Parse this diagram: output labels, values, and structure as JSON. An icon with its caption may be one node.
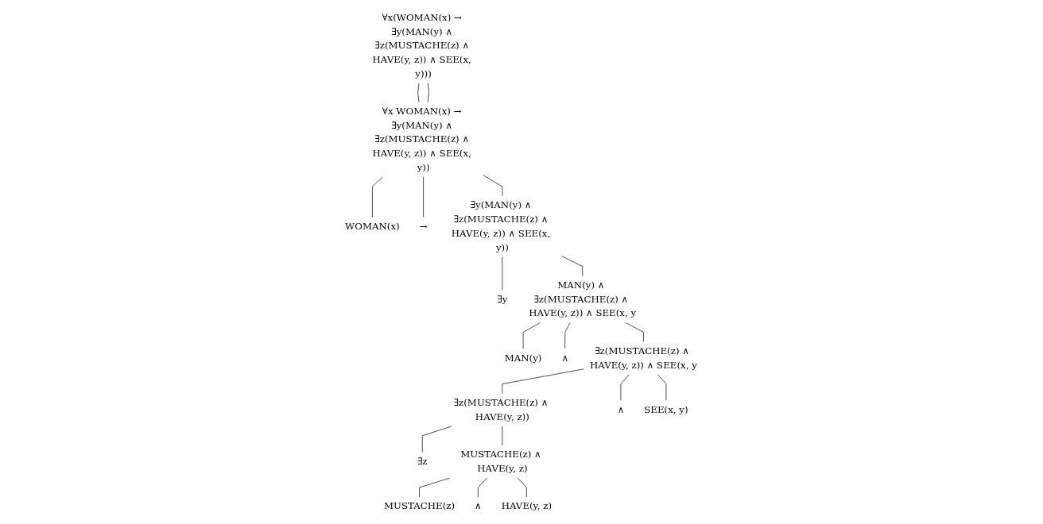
{
  "diagram": {
    "nodes": [
      {
        "text": [
          "∀x(WOMAN(x) → ∃y(MAN(y) ∧ ∃z(MUSTACHE(z) ∧ HAVE(y, z)) ∧ SEE(x, y)))"
        ]
      },
      {
        "text": [
          "∀x WOMAN(x) → ∃y(MAN(y) ∧ ∃z(MUSTACHE(z) ∧ HAVE(y, z)) ∧ SEE(x, y))"
        ]
      },
      {
        "text": [
          "WOMAN(x)"
        ]
      },
      {
        "text": [
          "→"
        ]
      },
      {
        "text": [
          "∃y(MAN(y) ∧ ∃z(MUSTACHE(z) ∧ HAVE(y, z)) ∧ SEE(x, y))"
        ]
      },
      {
        "text": [
          "∃y"
        ]
      },
      {
        "text": [
          "MAN(y) ∧ ∃z(MUSTACHE(z) ∧ HAVE(y, z)) ∧ SEE(x, y"
        ]
      },
      {
        "text": [
          "MAN(y)"
        ]
      },
      {
        "text": [
          "∧"
        ]
      },
      {
        "text": [
          "∃z(MUSTACHE(z) ∧ HAVE(y, z)) ∧ SEE(x, y"
        ]
      },
      {
        "text": [
          "∃z(MUSTACHE(z) ∧ HAVE(y, z))"
        ]
      },
      {
        "text": [
          "∧"
        ]
      },
      {
        "text": [
          "SEE(x, y)"
        ]
      },
      {
        "text": [
          "∃z"
        ]
      },
      {
        "text": [
          "MUSTACHE(z) ∧ HAVE(y, z)"
        ]
      },
      {
        "text": [
          "MUSTACHE(z)"
        ]
      },
      {
        "text": [
          "∧"
        ]
      },
      {
        "text": [
          "HAVE(y, z)"
        ]
      }
    ],
    "edges": [
      {
        "from": 0,
        "to": 1,
        "arrow": "none"
      },
      {
        "from": 0,
        "to": 1,
        "arrow": "none"
      },
      {
        "from": 1,
        "to": 2,
        "arrow": "none"
      },
      {
        "from": 1,
        "to": 3,
        "arrow": "none"
      },
      {
        "from": 1,
        "to": 4,
        "arrow": "none"
      },
      {
        "from": 4,
        "to": 5,
        "arrow": "none"
      },
      {
        "from": 4,
        "to": 6,
        "arrow": "none"
      },
      {
        "from": 6,
        "to": 7,
        "arrow": "none"
      },
      {
        "from": 6,
        "to": 8,
        "arrow": "none"
      },
      {
        "from": 6,
        "to": 9,
        "arrow": "none"
      },
      {
        "from": 9,
        "to": 10,
        "arrow": "none"
      },
      {
        "from": 9,
        "to": 11,
        "arrow": "none"
      },
      {
        "from": 9,
        "to": 12,
        "arrow": "none"
      },
      {
        "from": 10,
        "to": 13,
        "arrow": "none"
      },
      {
        "from": 10,
        "to": 14,
        "arrow": "none"
      },
      {
        "from": 14,
        "to": 15,
        "arrow": "none"
      },
      {
        "from": 14,
        "to": 16,
        "arrow": "none"
      },
      {
        "from": 14,
        "to": 17,
        "arrow": "none"
      }
    ]
  }
}
